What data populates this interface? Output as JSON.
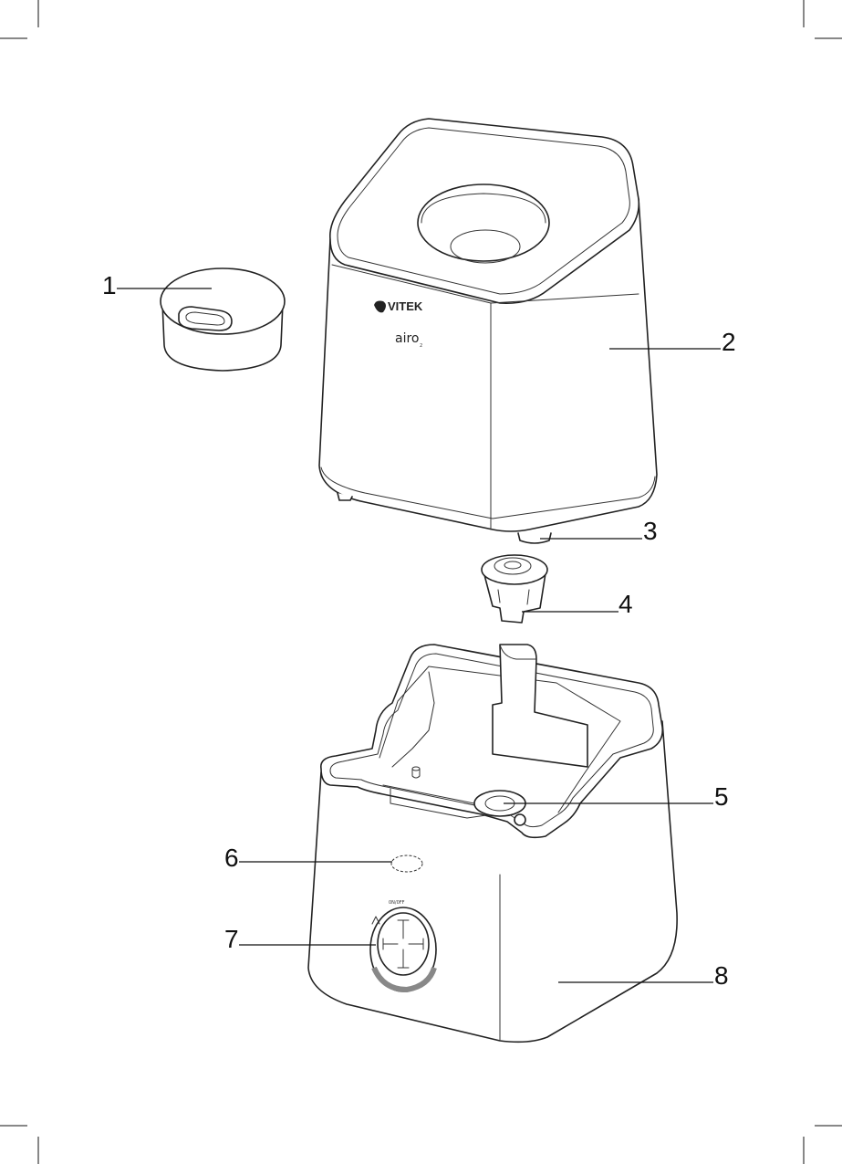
{
  "labels": {
    "p1": "1",
    "p2": "2",
    "p3": "3",
    "p4": "4",
    "p5": "5",
    "p6": "6",
    "p7": "7",
    "p8": "8"
  },
  "product": {
    "brand": "VITEK",
    "model": "airo",
    "model_sub": "2",
    "knob_text": "0N/0FF"
  },
  "colors": {
    "line": "#222222",
    "background": "#ffffff"
  }
}
